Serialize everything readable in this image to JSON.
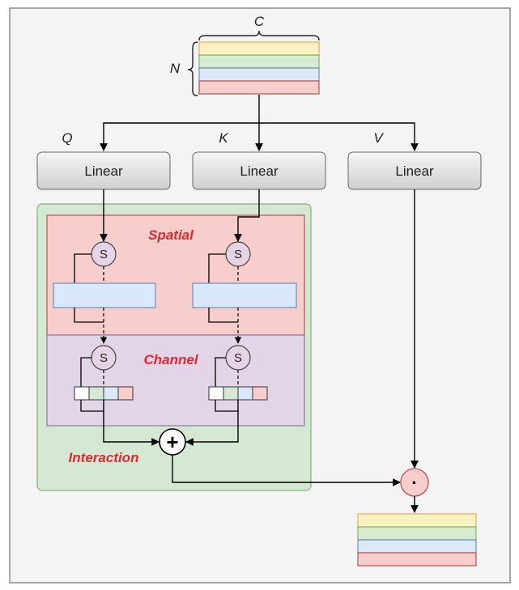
{
  "dimensions": {
    "C": "C",
    "N": "N"
  },
  "branches": {
    "q": "Q",
    "k": "K",
    "v": "V"
  },
  "linear": {
    "q": "Linear",
    "k": "Linear",
    "v": "Linear"
  },
  "regions": {
    "spatial": "Spatial",
    "channel": "Channel",
    "interaction": "Interaction"
  },
  "ops": {
    "softmax": "S",
    "add": "+",
    "multiply": "·"
  },
  "colors": {
    "token_stripes": [
      "#fdf1c4",
      "#d6ebd0",
      "#dbe8f8",
      "#f8cecc"
    ],
    "token_stripe_borders": [
      "#d6b656",
      "#82b366",
      "#6c8ebf",
      "#b85450"
    ],
    "spatial_bg": "#f8cecc",
    "channel_bg": "#e1d5e7",
    "interaction_bg": "#d5e8d4",
    "label_red": "#e0282e"
  }
}
